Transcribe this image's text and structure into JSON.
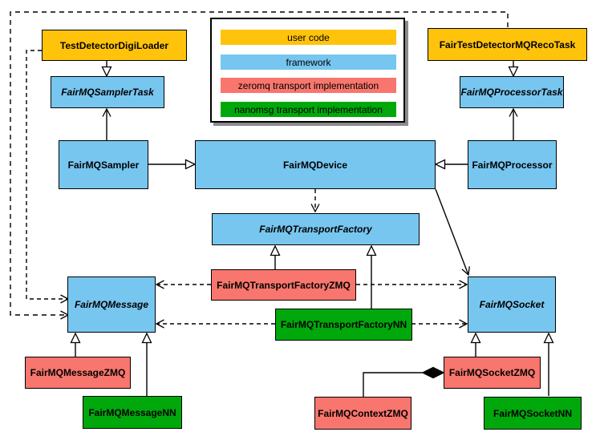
{
  "palette": {
    "user-code": "#FFC30B",
    "framework": "#77C6F0",
    "zeromq": "#F8766D",
    "nanomsg": "#00A80B"
  },
  "legend": {
    "items": [
      {
        "label": "user code",
        "color": "#FFC30B",
        "category": "user-code"
      },
      {
        "label": "framework",
        "color": "#77C6F0",
        "category": "framework"
      },
      {
        "label": "zeromq transport implementation",
        "color": "#F8766D",
        "category": "zeromq"
      },
      {
        "label": "nanomsg transport implementation",
        "color": "#00A80B",
        "category": "nanomsg"
      }
    ]
  },
  "nodes": {
    "digiLoader": {
      "label": "TestDetectorDigiLoader",
      "category": "user code",
      "abstract": false
    },
    "recoTask": {
      "label": "FairTestDetectorMQRecoTask",
      "category": "user code",
      "abstract": false
    },
    "samplerTask": {
      "label": "FairMQSamplerTask",
      "category": "framework",
      "abstract": true
    },
    "processorTask": {
      "label": "FairMQProcessorTask",
      "category": "framework",
      "abstract": true
    },
    "sampler": {
      "label": "FairMQSampler",
      "category": "framework",
      "abstract": false
    },
    "device": {
      "label": "FairMQDevice",
      "category": "framework",
      "abstract": false
    },
    "processor": {
      "label": "FairMQProcessor",
      "category": "framework",
      "abstract": false
    },
    "transportFactory": {
      "label": "FairMQTransportFactory",
      "category": "framework",
      "abstract": true
    },
    "factoryZMQ": {
      "label": "FairMQTransportFactoryZMQ",
      "category": "zeromq",
      "abstract": false
    },
    "factoryNN": {
      "label": "FairMQTransportFactoryNN",
      "category": "nanomsg",
      "abstract": false
    },
    "message": {
      "label": "FairMQMessage",
      "category": "framework",
      "abstract": true
    },
    "socket": {
      "label": "FairMQSocket",
      "category": "framework",
      "abstract": true
    },
    "messageZMQ": {
      "label": "FairMQMessageZMQ",
      "category": "zeromq",
      "abstract": false
    },
    "messageNN": {
      "label": "FairMQMessageNN",
      "category": "nanomsg",
      "abstract": false
    },
    "socketZMQ": {
      "label": "FairMQSocketZMQ",
      "category": "zeromq",
      "abstract": false
    },
    "contextZMQ": {
      "label": "FairMQContextZMQ",
      "category": "zeromq",
      "abstract": false
    },
    "socketNN": {
      "label": "FairMQSocketNN",
      "category": "nanomsg",
      "abstract": false
    }
  },
  "edges": [
    {
      "from": "TestDetectorDigiLoader",
      "to": "FairMQSamplerTask",
      "relation": "inherits"
    },
    {
      "from": "FairMQSampler",
      "to": "FairMQSamplerTask",
      "relation": "association"
    },
    {
      "from": "FairMQSampler",
      "to": "FairMQDevice",
      "relation": "inherits"
    },
    {
      "from": "FairTestDetectorMQRecoTask",
      "to": "FairMQProcessorTask",
      "relation": "inherits"
    },
    {
      "from": "FairMQProcessor",
      "to": "FairMQProcessorTask",
      "relation": "association"
    },
    {
      "from": "FairMQProcessor",
      "to": "FairMQDevice",
      "relation": "inherits"
    },
    {
      "from": "FairMQDevice",
      "to": "FairMQTransportFactory",
      "relation": "dependency"
    },
    {
      "from": "FairMQDevice",
      "to": "FairMQSocket",
      "relation": "association"
    },
    {
      "from": "FairMQTransportFactoryZMQ",
      "to": "FairMQTransportFactory",
      "relation": "inherits"
    },
    {
      "from": "FairMQTransportFactoryNN",
      "to": "FairMQTransportFactory",
      "relation": "inherits"
    },
    {
      "from": "FairMQTransportFactoryZMQ",
      "to": "FairMQMessage",
      "relation": "dependency"
    },
    {
      "from": "FairMQTransportFactoryZMQ",
      "to": "FairMQSocket",
      "relation": "dependency"
    },
    {
      "from": "FairMQTransportFactoryNN",
      "to": "FairMQMessage",
      "relation": "dependency"
    },
    {
      "from": "FairMQTransportFactoryNN",
      "to": "FairMQSocket",
      "relation": "dependency"
    },
    {
      "from": "TestDetectorDigiLoader",
      "to": "FairMQMessage",
      "relation": "dependency"
    },
    {
      "from": "FairTestDetectorMQRecoTask",
      "to": "FairMQMessage",
      "relation": "dependency"
    },
    {
      "from": "FairMQMessageZMQ",
      "to": "FairMQMessage",
      "relation": "inherits"
    },
    {
      "from": "FairMQMessageNN",
      "to": "FairMQMessage",
      "relation": "inherits"
    },
    {
      "from": "FairMQSocketZMQ",
      "to": "FairMQSocket",
      "relation": "inherits"
    },
    {
      "from": "FairMQSocketNN",
      "to": "FairMQSocket",
      "relation": "inherits"
    },
    {
      "from": "FairMQSocketZMQ",
      "to": "FairMQContextZMQ",
      "relation": "composition"
    }
  ]
}
